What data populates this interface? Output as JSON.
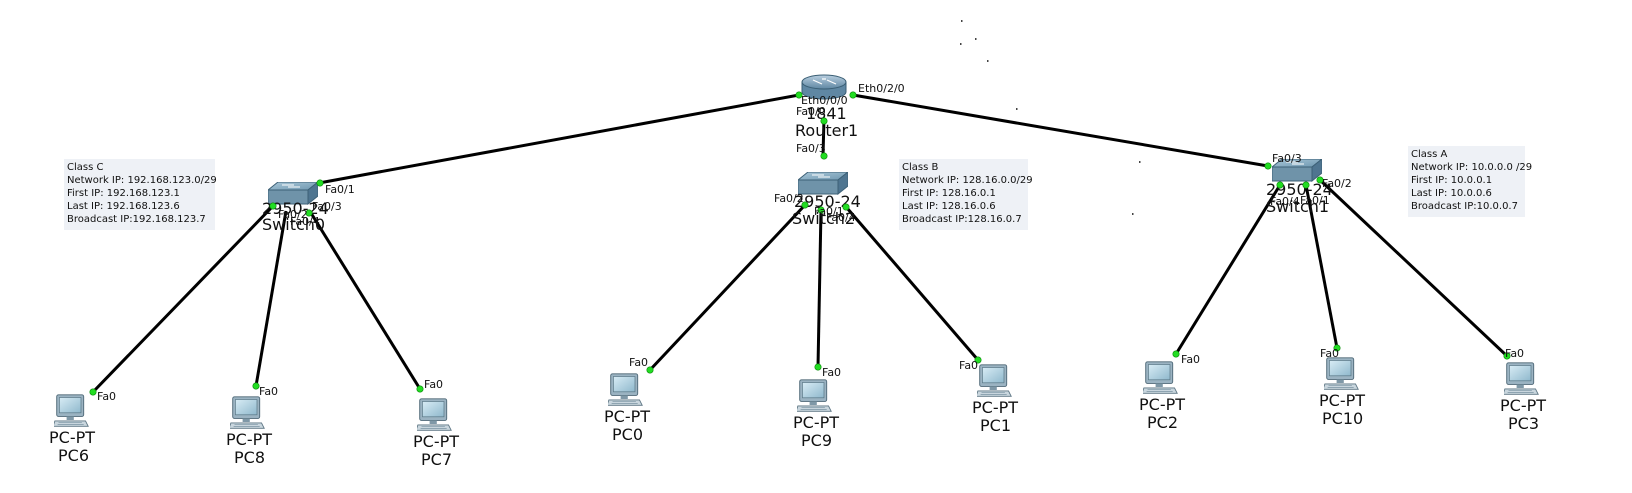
{
  "router": {
    "type_label": "1841",
    "name": "Router1"
  },
  "switches": [
    {
      "id": "sw-left",
      "model": "2950-24",
      "name": "Switch0"
    },
    {
      "id": "sw-mid",
      "model": "2950-24",
      "name": "Switch2"
    },
    {
      "id": "sw-right",
      "model": "2950-24",
      "name": "Switch1"
    }
  ],
  "pcs": [
    {
      "id": "pc6",
      "model": "PC-PT",
      "name": "PC6"
    },
    {
      "id": "pc8",
      "model": "PC-PT",
      "name": "PC8"
    },
    {
      "id": "pc7",
      "model": "PC-PT",
      "name": "PC7"
    },
    {
      "id": "pc0",
      "model": "PC-PT",
      "name": "PC0"
    },
    {
      "id": "pc9",
      "model": "PC-PT",
      "name": "PC9"
    },
    {
      "id": "pc1",
      "model": "PC-PT",
      "name": "PC1"
    },
    {
      "id": "pc2",
      "model": "PC-PT",
      "name": "PC2"
    },
    {
      "id": "pc10",
      "model": "PC-PT",
      "name": "PC10"
    },
    {
      "id": "pc3",
      "model": "PC-PT",
      "name": "PC3"
    }
  ],
  "ports": {
    "r_eth000": "Eth0/0/0",
    "r_eth020": "Eth0/2/0",
    "r_fa00": "Fa0/0",
    "fa01": "Fa0/1",
    "fa02": "Fa0/2",
    "fa03": "Fa0/3",
    "fa04": "Fa0/4",
    "fa0": "Fa0"
  },
  "notes": {
    "classC": [
      "Class C",
      "Network IP: 192.168.123.0/29",
      "First IP: 192.168.123.1",
      "Last IP: 192.168.123.6",
      "Broadcast IP:192.168.123.7"
    ],
    "classB": [
      "Class B",
      "Network IP: 128.16.0.0/29",
      "First IP: 128.16.0.1",
      "Last IP: 128.16.0.6",
      "Broadcast IP:128.16.0.7"
    ],
    "classA": [
      "Class A",
      "Network IP: 10.0.0.0 /29",
      "First IP: 10.0.0.1",
      "Last IP: 10.0.0.6",
      "Broadcast IP:10.0.0.7"
    ]
  }
}
